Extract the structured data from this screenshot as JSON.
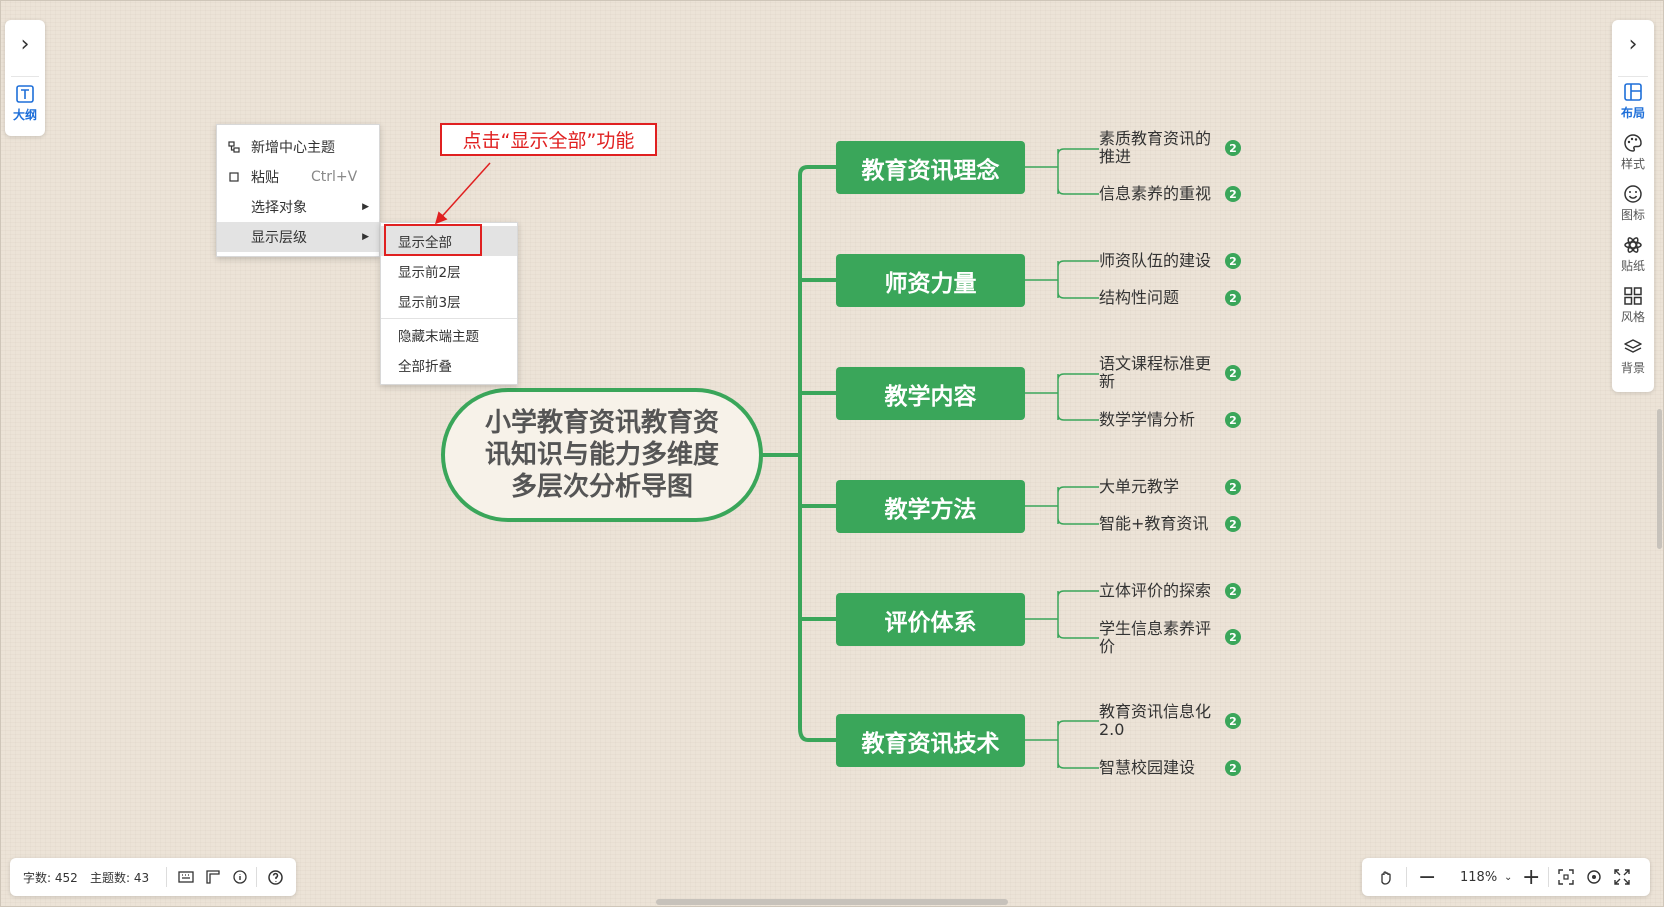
{
  "left_panel": {
    "outline_label": "大纲"
  },
  "right_panel": {
    "tools": [
      {
        "icon": "layout-icon",
        "label": "布局",
        "active": true
      },
      {
        "icon": "palette-icon",
        "label": "样式"
      },
      {
        "icon": "smiley-icon",
        "label": "图标"
      },
      {
        "icon": "sticker-icon",
        "label": "贴纸"
      },
      {
        "icon": "style-grid-icon",
        "label": "风格"
      },
      {
        "icon": "layers-icon",
        "label": "背景"
      }
    ]
  },
  "mindmap": {
    "central": "小学教育资讯教育资讯知识与能力多维度多层次分析导图",
    "branches": [
      {
        "title": "教育资讯理念",
        "leaves": [
          {
            "text": "素质教育资讯的推进",
            "badge": "2"
          },
          {
            "text": "信息素养的重视",
            "badge": "2"
          }
        ]
      },
      {
        "title": "师资力量",
        "leaves": [
          {
            "text": "师资队伍的建设",
            "badge": "2"
          },
          {
            "text": "结构性问题",
            "badge": "2"
          }
        ]
      },
      {
        "title": "教学内容",
        "leaves": [
          {
            "text": "语文课程标准更新",
            "badge": "2"
          },
          {
            "text": "数学学情分析",
            "badge": "2"
          }
        ]
      },
      {
        "title": "教学方法",
        "leaves": [
          {
            "text": "大单元教学",
            "badge": "2"
          },
          {
            "text": "智能+教育资讯",
            "badge": "2"
          }
        ]
      },
      {
        "title": "评价体系",
        "leaves": [
          {
            "text": "立体评价的探索",
            "badge": "2"
          },
          {
            "text": "学生信息素养评价",
            "badge": "2"
          }
        ]
      },
      {
        "title": "教育资讯技术",
        "leaves": [
          {
            "text": "教育资讯信息化2.0",
            "badge": "2"
          },
          {
            "text": "智慧校园建设",
            "badge": "2"
          }
        ]
      }
    ]
  },
  "context_menu": {
    "items": [
      {
        "label": "新增中心主题"
      },
      {
        "label": "粘贴",
        "shortcut": "Ctrl+V"
      },
      {
        "label": "选择对象"
      },
      {
        "label": "显示层级"
      }
    ]
  },
  "submenu": {
    "items": [
      "显示全部",
      "显示前2层",
      "显示前3层",
      "隐藏末端主题",
      "全部折叠"
    ]
  },
  "annotation": "点击“显示全部”功能",
  "status": {
    "word_count": "字数: 452",
    "topic_count": "主题数: 43"
  },
  "zoom": {
    "level": "118%"
  },
  "colors": {
    "branch": "#3aa65a",
    "annotation": "#e02020",
    "accent": "#1e6fd9"
  }
}
